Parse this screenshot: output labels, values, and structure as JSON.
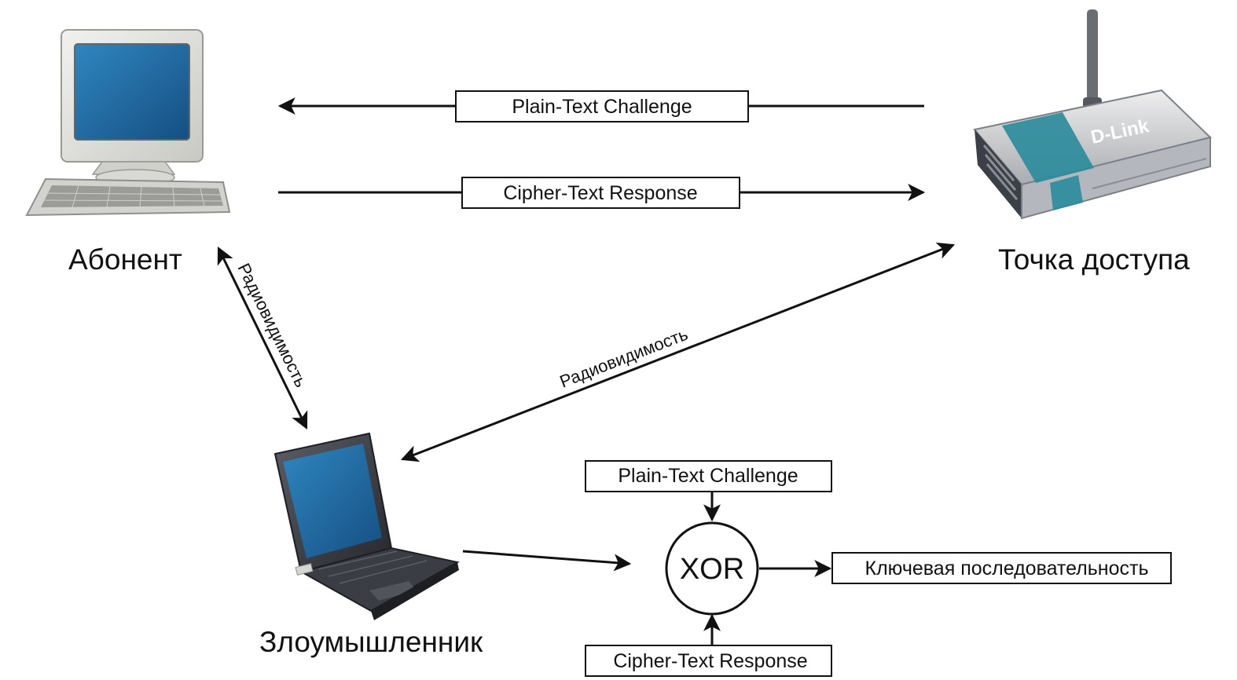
{
  "nodes": {
    "subscriber": "Абонент",
    "access_point": "Точка доступа",
    "attacker": "Злоумышленник"
  },
  "messages": {
    "challenge": "Plain-Text Challenge",
    "response": "Cipher-Text Response"
  },
  "links": {
    "radio_visibility_left": "Радиовидимость",
    "radio_visibility_right": "Радиовидимость"
  },
  "computation": {
    "challenge_input": "Plain-Text Challenge",
    "response_input": "Cipher-Text Response",
    "operator": "XOR",
    "output": "Ключевая последовательность"
  },
  "device_logo": "D-Link",
  "icons": {
    "subscriber": "desktop-computer-icon",
    "access_point": "wireless-router-icon",
    "attacker": "laptop-icon"
  },
  "colors": {
    "line": "#111111",
    "screen": "#1f6fa8",
    "device_teal": "#2d8c9c"
  }
}
